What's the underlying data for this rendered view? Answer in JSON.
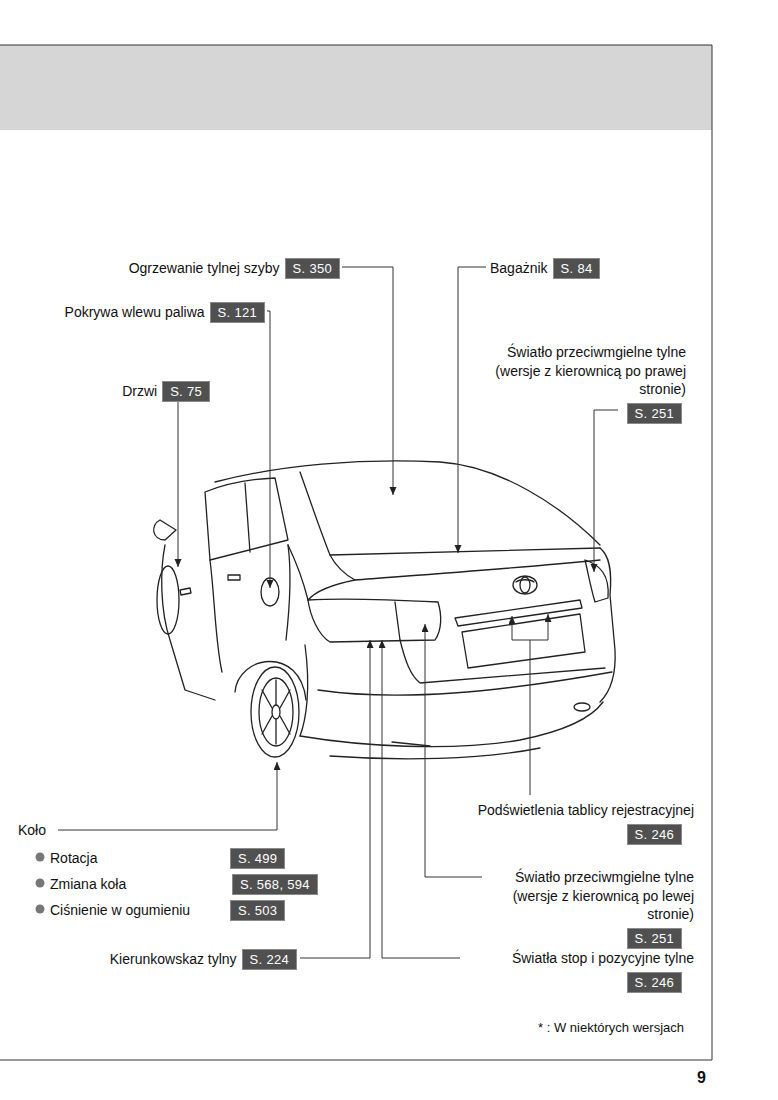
{
  "diagram": {
    "nodes": [
      {
        "text": [
          "Ogrzewanie tylnej szyby",
          "S. 350"
        ]
      },
      {
        "text": [
          "Bagażnik",
          "S. 84"
        ]
      },
      {
        "text": [
          "Pokrywa wlewu paliwa",
          "S. 121"
        ]
      },
      {
        "text": [
          "Światło przeciwmgielne tylne (wersje z kierownicą po prawej stronie)",
          "S. 251"
        ]
      },
      {
        "text": [
          "Drzwi",
          "S. 75"
        ]
      },
      {
        "text": [
          "Podświetlenia tablicy rejestracyjnej",
          "S. 246"
        ]
      },
      {
        "text": [
          "Rotacja",
          "S. 499"
        ]
      },
      {
        "text": [
          "Zmiana koła",
          "S. 568, 594"
        ]
      },
      {
        "text": [
          "Ciśnienie w ogumieniu",
          "S. 503"
        ]
      },
      {
        "text": [
          "Światło przeciwmgielne tylne (wersje z kierownicą po lewej stronie)",
          "S. 251"
        ]
      },
      {
        "text": [
          "Kierunkowskaz tylny",
          "S. 224"
        ]
      },
      {
        "text": [
          "Światła stop i pozycyjne tylne",
          "S. 246"
        ]
      }
    ],
    "labels": [
      "Koło",
      "* : W niektórych wersjach",
      "9"
    ]
  }
}
